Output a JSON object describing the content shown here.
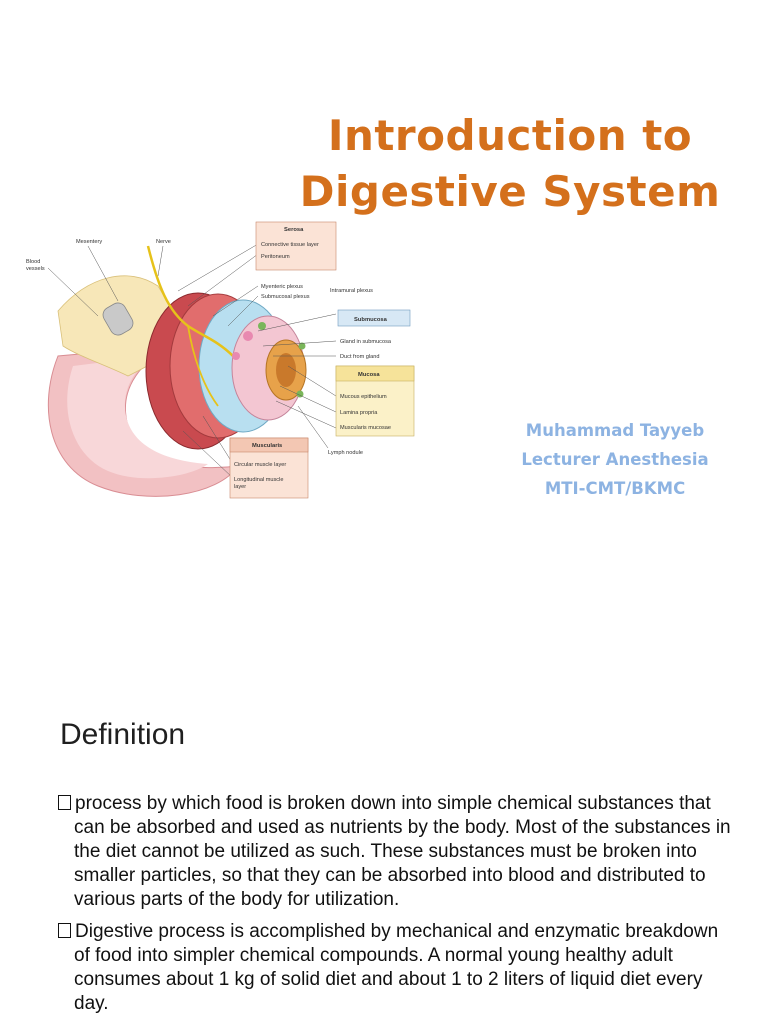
{
  "slide1": {
    "title_line1": "Introduction to",
    "title_line2": "Digestive System",
    "author_name": "Muhammad Tayyeb",
    "author_role": "Lecturer Anesthesia",
    "author_org": "MTI-CMT/BKMC",
    "colors": {
      "title": "#d4701c",
      "author": "#8db3e2"
    },
    "diagram": {
      "labels": {
        "mesentery": "Mesentery",
        "nerve": "Nerve",
        "blood_vessels_1": "Blood",
        "blood_vessels_2": "vessels",
        "serosa": "Serosa",
        "connective": "Connective tissue layer",
        "peritoneum": "Peritoneum",
        "myenteric": "Myenteric plexus",
        "submucosal_plexus": "Submucosal plexus",
        "intramural": "Intramural plexus",
        "submucosa": "Submucosa",
        "gland": "Gland in submucosa",
        "duct": "Duct from gland",
        "mucosa": "Mucosa",
        "mucous_epithelium": "Mucous epithelium",
        "lamina_propria": "Lamina propria",
        "muscularis_mucosae": "Muscularis mucosae",
        "lymph_nodule": "Lymph nodule",
        "muscularis": "Muscularis",
        "circular": "Circular muscle layer",
        "longitudinal_1": "Longitudinal muscle",
        "longitudinal_2": "layer"
      }
    }
  },
  "slide2": {
    "heading": "Definition",
    "bullets": [
      "process by which food is broken down into simple chemical substances that can be absorbed and used as nutrients by the body. Most of the substances in the diet cannot be utilized as such. These substances must be broken into smaller particles, so that they can be absorbed into blood and distributed to various parts of the body for utilization.",
      "Digestive process is accomplished by mechanical and enzymatic breakdown of food into simpler chemical compounds. A normal young healthy adult consumes about 1 kg of solid diet and about 1 to 2 liters of liquid diet every day."
    ]
  }
}
